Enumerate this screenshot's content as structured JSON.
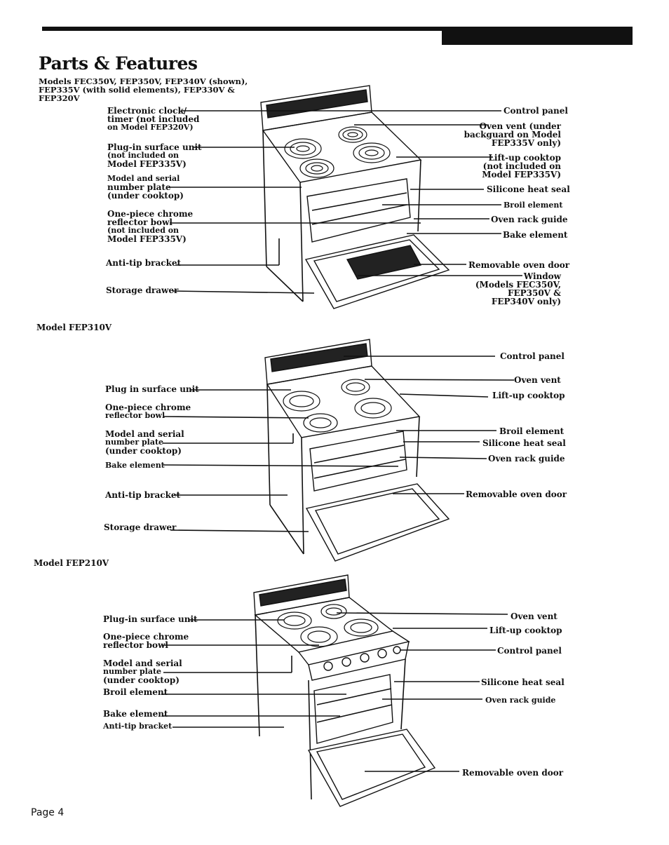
{
  "header": {
    "title": "Parts & Features",
    "subtitle": [
      "Models FEC350V, FEP350V, FEP340V (shown),",
      "FEP335V (with solid elements), FEP330V &",
      "FEP320V"
    ]
  },
  "section1": {
    "left": {
      "clock": [
        "Electronic clock/",
        "timer (not included",
        "on Model FEP320V)"
      ],
      "plugin": [
        "Plug-in surface unit",
        "(not included on",
        "Model FEP335V)"
      ],
      "plate": [
        "Model and serial",
        "number plate",
        "(under cooktop)"
      ],
      "bowl": [
        "One-piece chrome",
        "reflector bowl",
        "(not included on",
        "Model FEP335V)"
      ],
      "antitip": "Anti-tip bracket",
      "drawer": "Storage drawer"
    },
    "right": {
      "control": "Control panel",
      "vent": [
        "Oven vent (under",
        "backguard on Model",
        "FEP335V only)"
      ],
      "cooktop": [
        "Lift-up cooktop",
        "(not included on",
        "Model FEP335V)"
      ],
      "seal": "Silicone heat seal",
      "broil": "Broil element",
      "rack": "Oven rack guide",
      "bake": "Bake element",
      "door": "Removable oven door",
      "window": [
        "Window",
        "(Models FEC350V,",
        "FEP350V &",
        "FEP340V only)"
      ]
    }
  },
  "section2": {
    "model": "Model FEP310V",
    "left": {
      "plugin": "Plug in surface unit",
      "bowl": [
        "One-piece chrome",
        "reflector bowl"
      ],
      "plate": [
        "Model and serial",
        "number plate",
        "(under cooktop)"
      ],
      "bake": "Bake element",
      "antitip": "Anti-tip bracket",
      "drawer": "Storage drawer"
    },
    "right": {
      "control": "Control panel",
      "vent": "Oven vent",
      "cooktop": "Lift-up cooktop",
      "broil": "Broil element",
      "seal": "Silicone heat seal",
      "rack": "Oven rack guide",
      "door": "Removable oven door"
    }
  },
  "section3": {
    "model": "Model FEP210V",
    "left": {
      "plugin": "Plug-in surface unit",
      "bowl": [
        "One-piece chrome",
        "reflector bowl"
      ],
      "plate": [
        "Model and serial",
        "number plate",
        "(under cooktop)"
      ],
      "broil": "Broil element",
      "bake": "Bake element",
      "antitip": "Anti-tip bracket"
    },
    "right": {
      "vent": "Oven vent",
      "cooktop": "Lift-up cooktop",
      "control": "Control panel",
      "seal": "Silicone heat seal",
      "rack": "Oven rack guide",
      "door": "Removable oven door"
    }
  },
  "footer": {
    "page": "Page 4"
  }
}
